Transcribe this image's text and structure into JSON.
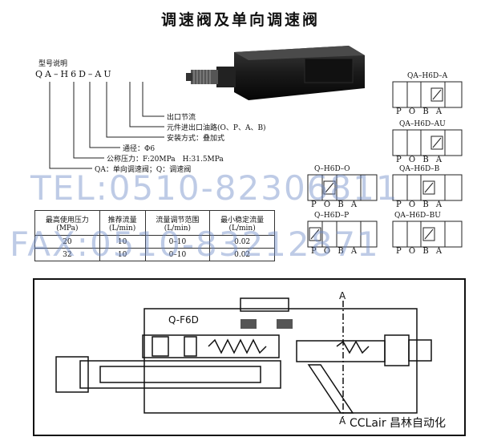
{
  "title": "调速阀及单向调速阀",
  "model": {
    "heading": "型号说明",
    "code": [
      "QA",
      "–",
      "H",
      "6",
      "D",
      "–",
      "A",
      "U"
    ],
    "legend": [
      "出口节流",
      "元件进出口油路(O、P、A、B)",
      "安装方式：叠加式",
      "通径：Φ6",
      "公称压力：F:20MPa　H:31.5MPa",
      "QA：单向调速阀；Q：调速阀"
    ]
  },
  "spec_table": {
    "headers": [
      "最高使用压力\n(MPa)",
      "推荐流量\n(L/min)",
      "流量调节范围\n(L/min)",
      "最小稳定流量\n(L/min)"
    ],
    "rows": [
      [
        "20",
        "10",
        "0–10",
        "0.02"
      ],
      [
        "32",
        "10",
        "0–10",
        "0.02"
      ]
    ]
  },
  "symbols": [
    {
      "label": "QA–H6D–A"
    },
    {
      "label": "QA–H6D–AU"
    },
    {
      "label": "Q–H6D–O"
    },
    {
      "label": "QA–H6D–B"
    },
    {
      "label": "Q–H6D–P"
    },
    {
      "label": "QA–H6D–BU"
    }
  ],
  "ports": [
    "P",
    "O",
    "B",
    "A"
  ],
  "watermark": {
    "line1": "TEL:0510-82306811",
    "line2": "FAX:0510-83212871"
  },
  "drawing": {
    "part_label": "Q-F6D",
    "section_top": "A",
    "section_bottom": "A",
    "brand": "CCLair 昌林自动化"
  }
}
